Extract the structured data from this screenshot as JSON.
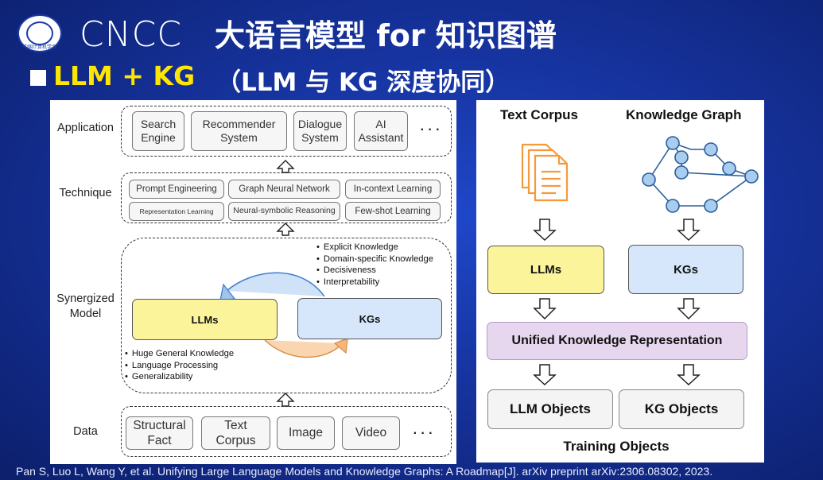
{
  "header": {
    "brand": "CNCC",
    "title": "大语言模型 for 知识图谱",
    "subtitle_highlight": "LLM + KG",
    "subtitle_rest": "（LLM 与 KG 深度协同）",
    "logo_text": "中国计算机学会"
  },
  "left_diagram": {
    "rows": {
      "application": "Application",
      "technique": "Technique",
      "synergized": "Synergized\nModel",
      "data": "Data"
    },
    "application_items": [
      "Search\nEngine",
      "Recommender\nSystem",
      "Dialogue\nSystem",
      "AI\nAssistant"
    ],
    "technique_items": [
      "Prompt Engineering",
      "Graph Neural Network",
      "In-context Learning",
      "Representation Learning",
      "Neural-symbolic Reasoning",
      "Few-shot Learning"
    ],
    "llms": "LLMs",
    "kgs": "KGs",
    "kg_bullets": [
      "Explicit Knowledge",
      "Domain-specific Knowledge",
      "Decisiveness",
      "Interpretability"
    ],
    "llm_bullets": [
      "Huge General Knowledge",
      "Language Processing",
      "Generalizability"
    ],
    "data_items": [
      "Structural\nFact",
      "Text\nCorpus",
      "Image",
      "Video"
    ],
    "ellipsis": "· · ·"
  },
  "right_diagram": {
    "text_corpus": "Text Corpus",
    "knowledge_graph": "Knowledge Graph",
    "llms": "LLMs",
    "kgs": "KGs",
    "unified": "Unified Knowledge Representation",
    "llm_objects": "LLM Objects",
    "kg_objects": "KG Objects",
    "training_objects": "Training Objects"
  },
  "footer": "Pan S, Luo L, Wang Y, et al. Unifying Large Language Models and Knowledge Graphs: A Roadmap[J]. arXiv preprint arXiv:2306.08302, 2023.",
  "colors": {
    "llm_yellow": "#fbf49a",
    "kg_blue": "#d6e6fb",
    "unified_purple": "#e6d7ee",
    "doc_orange": "#f59a3c",
    "node_blue": "#a9cdee"
  }
}
